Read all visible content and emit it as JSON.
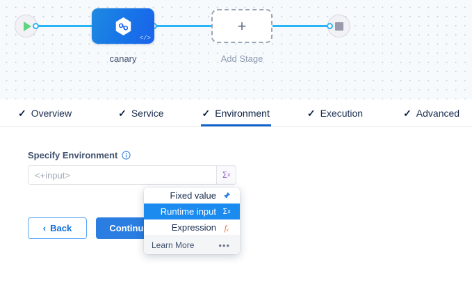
{
  "pipeline": {
    "start_node_icon": "play-icon",
    "end_node_icon": "stop-icon",
    "stages": [
      {
        "name": "canary",
        "label": "canary",
        "icon": "harness-hexagon-icon",
        "code_badge": "</>"
      },
      {
        "name": "add-stage",
        "label": "Add Stage",
        "icon": "plus-icon",
        "plus": "+"
      }
    ]
  },
  "tabs": [
    {
      "id": "overview",
      "label": "Overview",
      "check": "✓",
      "active": false
    },
    {
      "id": "service",
      "label": "Service",
      "check": "✓",
      "active": false
    },
    {
      "id": "environment",
      "label": "Environment",
      "check": "✓",
      "active": true
    },
    {
      "id": "execution",
      "label": "Execution",
      "check": "✓",
      "active": false
    },
    {
      "id": "advanced",
      "label": "Advanced",
      "check": "✓",
      "active": false
    }
  ],
  "form": {
    "field_label": "Specify Environment",
    "info_icon": "info-icon",
    "input_value": "",
    "input_placeholder": "<+input>",
    "expression_button_icon": "sigma-x-icon",
    "expression_button_text": "Σ",
    "expression_button_sup": "x"
  },
  "footer": {
    "back_label": "Back",
    "back_chevron": "‹",
    "continue_label": "Continue"
  },
  "dropdown": {
    "items": [
      {
        "label": "Fixed value",
        "icon_name": "pin-icon",
        "glyph": "📌",
        "selected": false
      },
      {
        "label": "Runtime input",
        "icon_name": "sigma-x-icon",
        "glyph": "Σ",
        "selected": true
      },
      {
        "label": "Expression",
        "icon_name": "fx-icon",
        "glyph": "fₓ",
        "selected": false
      }
    ],
    "footer_label": "Learn More",
    "footer_icon": "more-dots-icon",
    "footer_glyph": "•••"
  },
  "colors": {
    "accent_blue": "#2a7de1",
    "active_tab_underline": "#1062cc",
    "connector": "#29b6f6",
    "selected_row": "#1b8bf0",
    "expression_orange": "#f2703f",
    "runtime_purple": "#9b6fd0",
    "canvas_bg": "#f6fafd"
  }
}
